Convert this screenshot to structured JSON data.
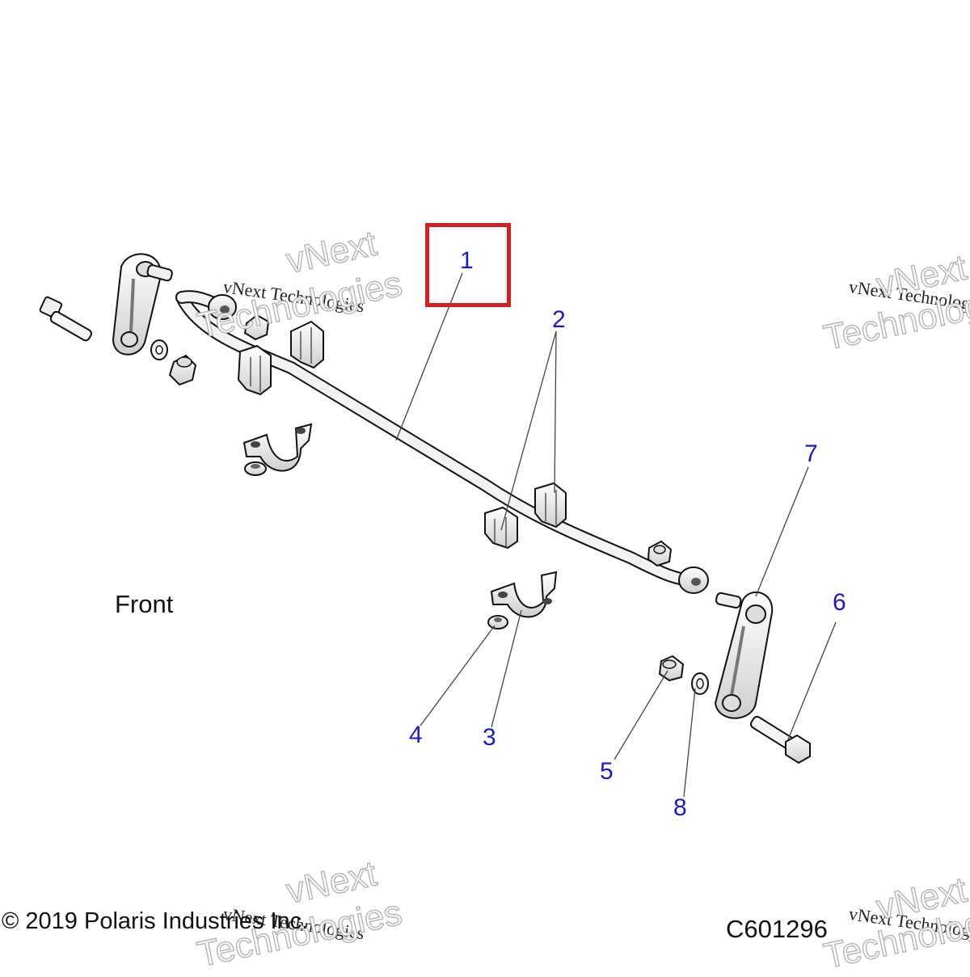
{
  "diagram": {
    "orientation_label": "Front",
    "copyright": "© 2019 Polaris Industries Inc.",
    "drawing_id": "C601296",
    "highlighted_callout": "1",
    "callouts": {
      "c1": "1",
      "c2": "2",
      "c3": "3",
      "c4": "4",
      "c5": "5",
      "c6": "6",
      "c7": "7",
      "c8": "8"
    },
    "watermark": {
      "line_small": "vNext Technologies",
      "line_big_1": "vNext",
      "line_big_2": "Technologies"
    },
    "colors": {
      "callout_text": "#1a1ad0",
      "highlight_box": "#d42020",
      "part_fill": "#e8e8e8",
      "outline": "#111111"
    }
  }
}
